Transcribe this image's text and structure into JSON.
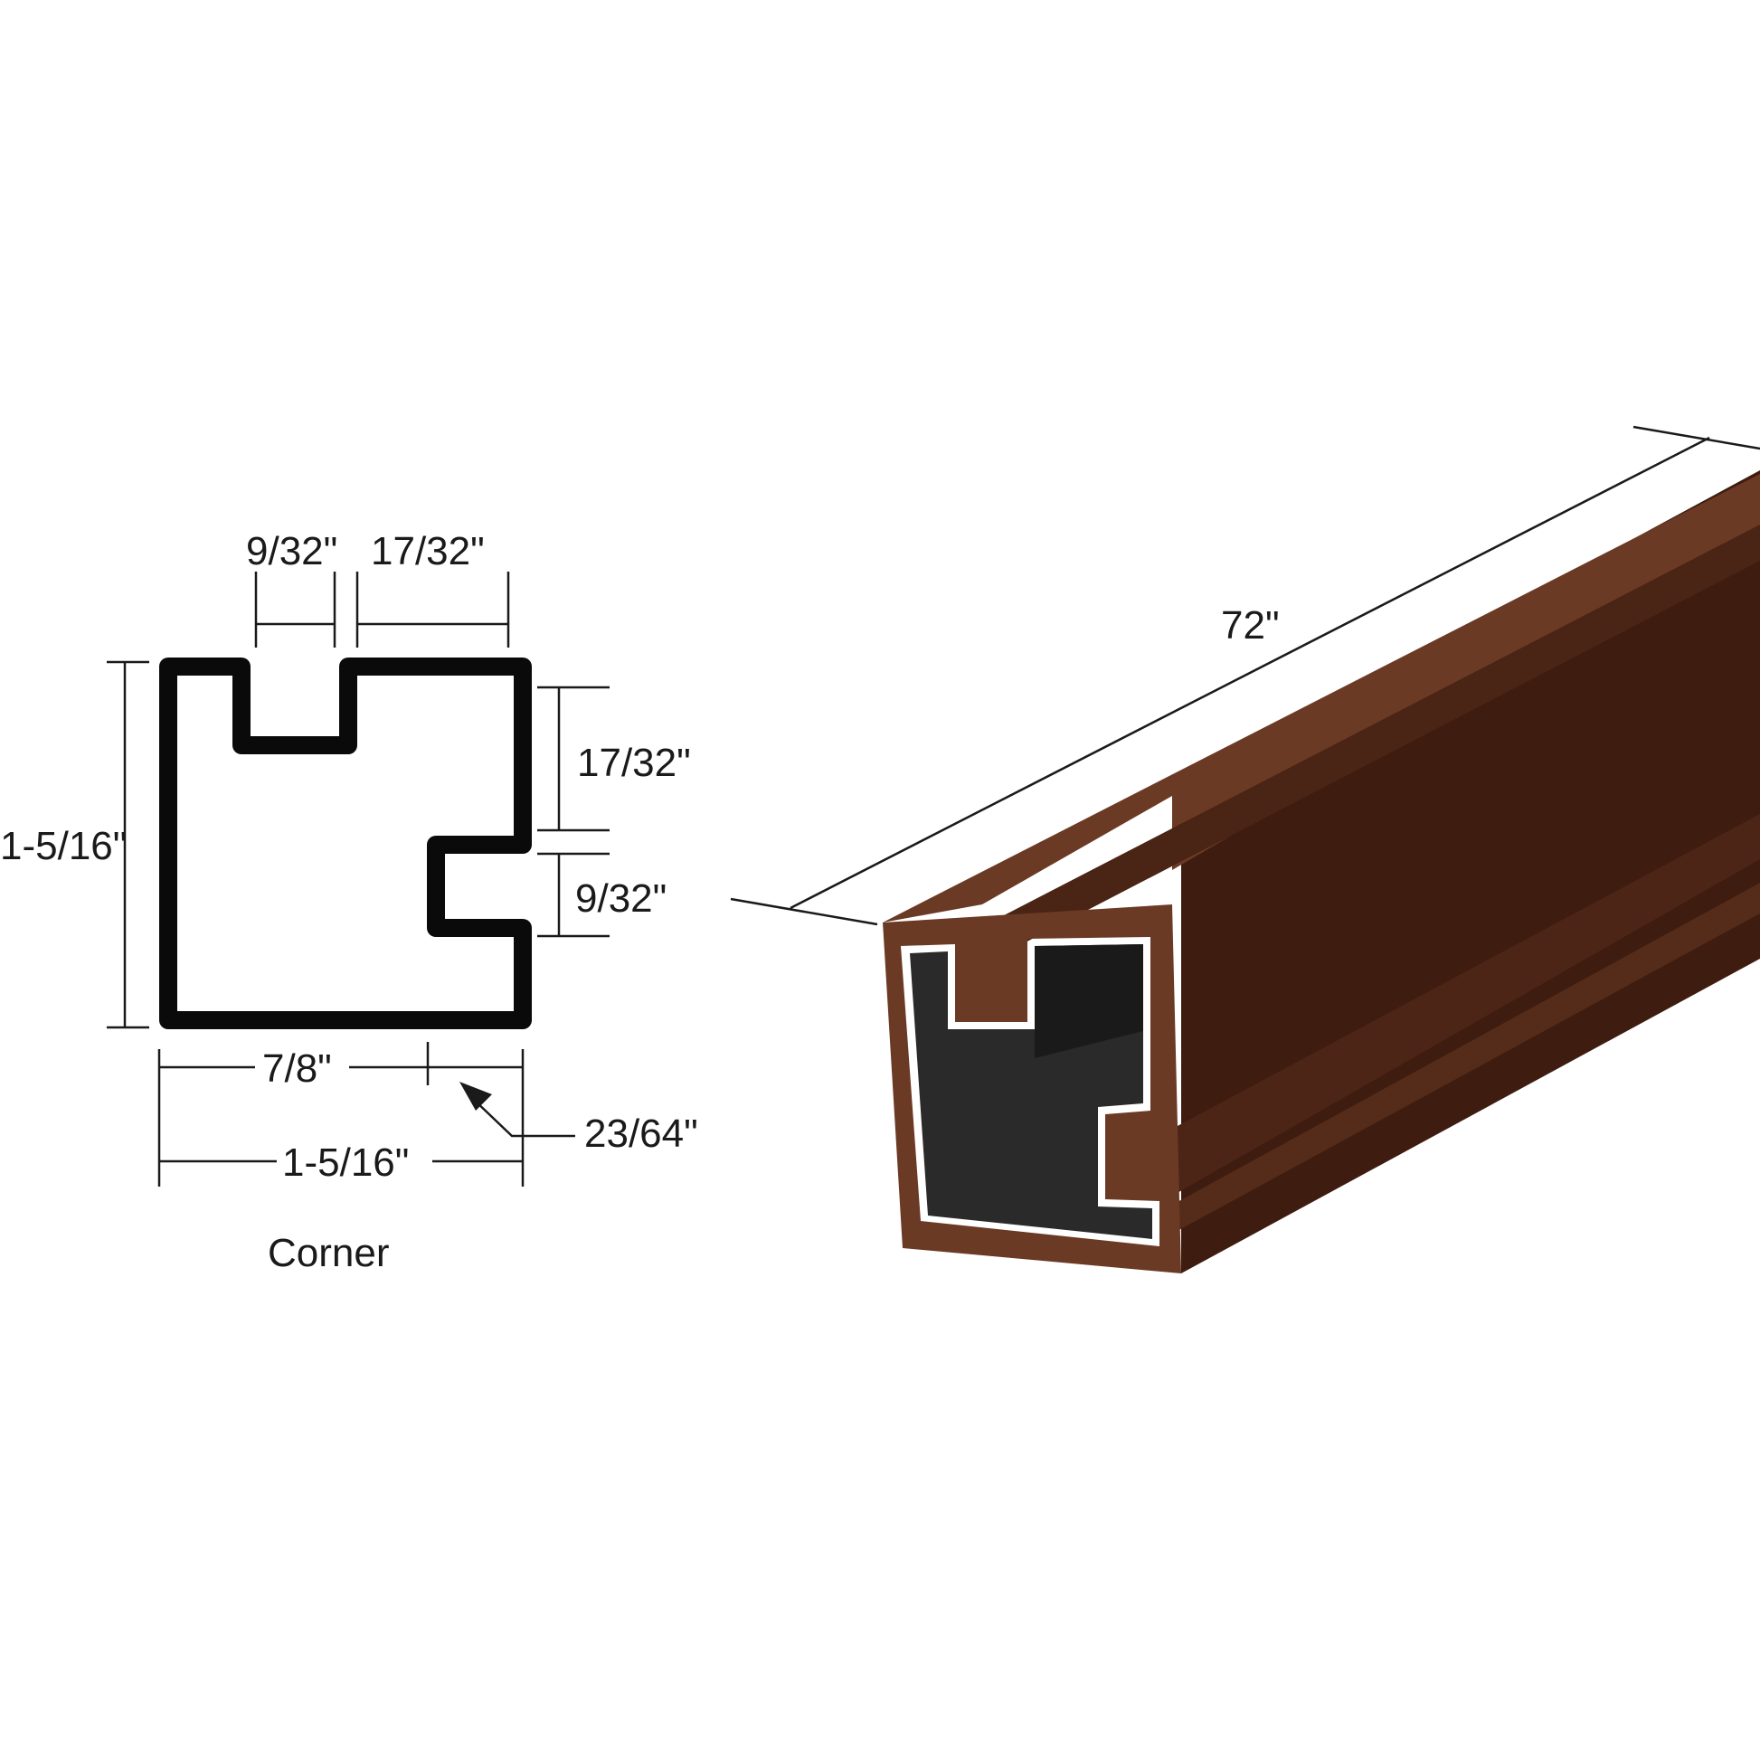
{
  "cross_section": {
    "caption": "Corner",
    "dimensions": {
      "top_slot_width": "9/32\"",
      "top_right_width": "17/32\"",
      "left_height": "1-5/16\"",
      "right_upper_height": "17/32\"",
      "right_slot_height": "9/32\"",
      "bottom_left_width": "7/8\"",
      "bottom_right_width": "23/64\"",
      "bottom_total_width": "1-5/16\""
    }
  },
  "product_view": {
    "length_label": "72\"",
    "colors": {
      "body": "#5a2f1e",
      "top_face": "#6b3a25",
      "shadow": "#3e1c10",
      "interior": "#2a2a2a"
    }
  }
}
